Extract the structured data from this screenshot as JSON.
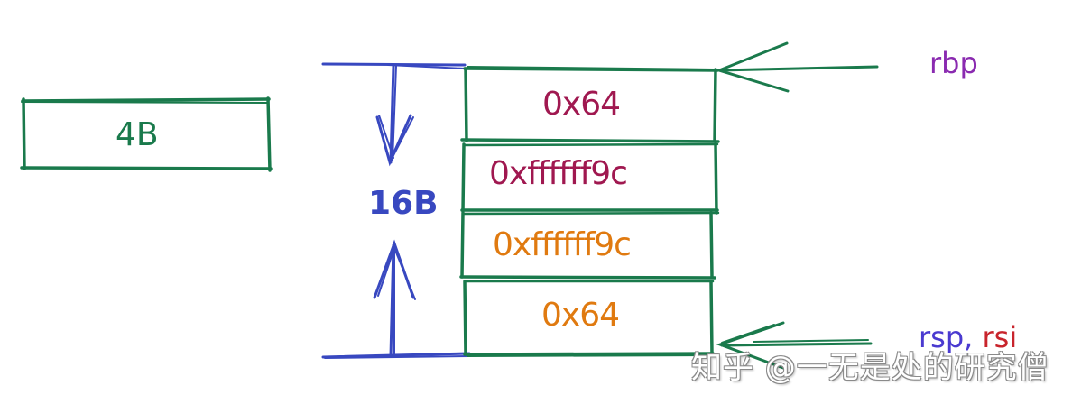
{
  "diagram": {
    "title": "",
    "colors": {
      "box_stroke": "#1a7a4c",
      "bracket_stroke": "#3848c0",
      "value_red": "#a01850",
      "value_orange": "#e07a10",
      "register_purple": "#8a2ab0",
      "register_blue": "#4a3ad0",
      "register_red": "#c8242c",
      "watermark": "#8a8a8a"
    },
    "unit_box": {
      "label": "4B"
    },
    "size_bracket": {
      "label": "16B"
    },
    "stack_cells": [
      {
        "value": "0x64",
        "color": "#a01850"
      },
      {
        "value": "0xffffff9c",
        "color": "#a01850"
      },
      {
        "value": "0xffffff9c",
        "color": "#e07a10"
      },
      {
        "value": "0x64",
        "color": "#e07a10"
      }
    ],
    "pointers": {
      "top": {
        "label": "rbp"
      },
      "bottom": {
        "label_part1": "rsp",
        "separator": ",",
        "label_part2": "rsi"
      }
    },
    "watermark": "知乎 @一无是处的研究僧"
  }
}
